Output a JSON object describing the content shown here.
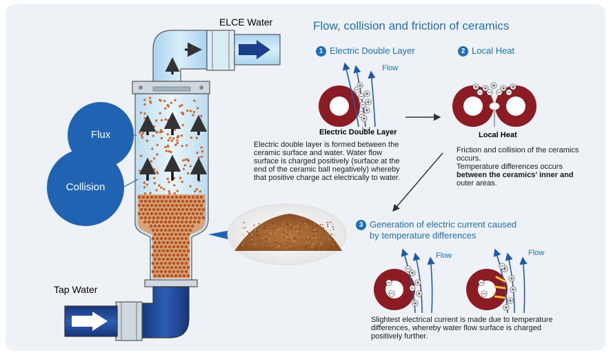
{
  "title": "Flow, collision and friction of ceramics",
  "device": {
    "outlet_label": "ELCE Water",
    "inlet_label": "Tap Water",
    "bubble_flux": "Flux",
    "bubble_collision": "Collision"
  },
  "step1": {
    "number": "1",
    "heading": "Electric Double Layer",
    "flow_label": "Flow",
    "caption": "Electric Double Layer",
    "description": "Electric double layer is formed between the ceramic surface and water. Water flow surface is charged positively (surface at the end of the ceramic ball negatively) whereby that positive charge act electrically to water."
  },
  "step2": {
    "number": "2",
    "heading": "Local Heat",
    "caption": "Local Heat",
    "description_line1": "Friction and collision of the ceramics occurs.",
    "description_line2": "Temperature differences occurs",
    "description_bold": "between the ceramics' inner and",
    "description_line3": "outer areas."
  },
  "step3": {
    "number": "3",
    "heading_line1": "Generation of electric current caused",
    "heading_line2": "by temperature differences",
    "flow_label_left": "Flow",
    "flow_label_right": "Flow",
    "description": "Slightest electrical current is made due to temperature differences, whereby water flow surface is charged positively further."
  },
  "colors": {
    "accent_blue": "#1f6fb5",
    "ceramic_red": "#8b1c24",
    "pipe_dark": "#1c3f8c",
    "ceramic_orange": "#c8612a"
  }
}
